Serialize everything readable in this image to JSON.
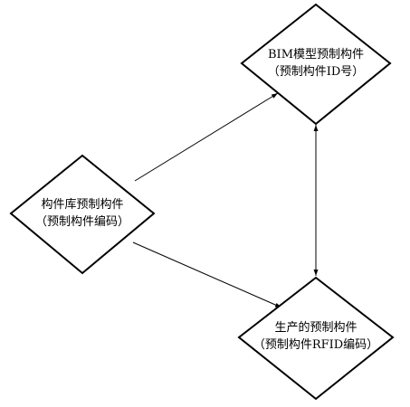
{
  "diagram": {
    "nodes": {
      "library": {
        "line1": "构件库预制构件",
        "line2": "（预制构件编码）"
      },
      "bim": {
        "line1": "BIM模型预制构件",
        "line2": "（预制构件ID号）"
      },
      "production": {
        "line1": "生产的预制构件",
        "line2": "（预制构件RFID编码）"
      }
    },
    "edges": [
      {
        "from": "library",
        "to": "bim",
        "direction": "forward"
      },
      {
        "from": "library",
        "to": "production",
        "direction": "forward"
      },
      {
        "from": "bim",
        "to": "production",
        "direction": "both"
      }
    ],
    "colors": {
      "stroke": "#000000",
      "fill": "#ffffff",
      "text": "#000000"
    }
  }
}
